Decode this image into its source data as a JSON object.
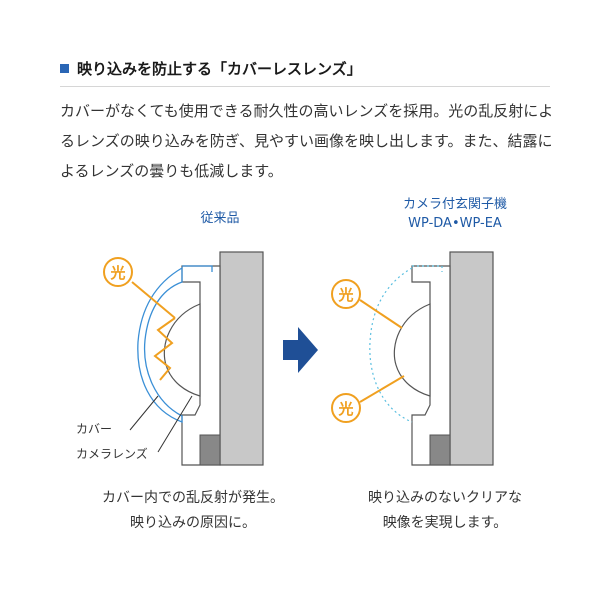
{
  "section": {
    "heading": "映り込みを防止する「カバーレスレンズ」",
    "description": "カバーがなくても使用できる耐久性の高いレンズを採用。光の乱反射によるレンズの映り込みを防ぎ、見やすい画像を映し出します。また、結露によるレンズの曇りも低減します。"
  },
  "diagram": {
    "left": {
      "title": "従来品",
      "light_label": "光",
      "cover_label": "カバー",
      "lens_label": "カメラレンズ",
      "caption_line1": "カバー内での乱反射が発生。",
      "caption_line2": "映り込みの原因に。"
    },
    "right": {
      "title_line1": "カメラ付玄関子機",
      "title_line2": "WP-DA•WP-EA",
      "light_label_top": "光",
      "light_label_bottom": "光",
      "caption_line1": "映り込みのないクリアな",
      "caption_line2": "映像を実現します。"
    },
    "colors": {
      "accent_blue": "#2a66b5",
      "title_blue": "#1f5aa6",
      "light_orange": "#f0a020",
      "wall_gray": "#c8c8c8",
      "dark_gray": "#888888",
      "cover_blue": "#3a8fd6",
      "dotted_cyan": "#5bbfe0"
    },
    "arrow_icon": "right-arrow-icon"
  }
}
